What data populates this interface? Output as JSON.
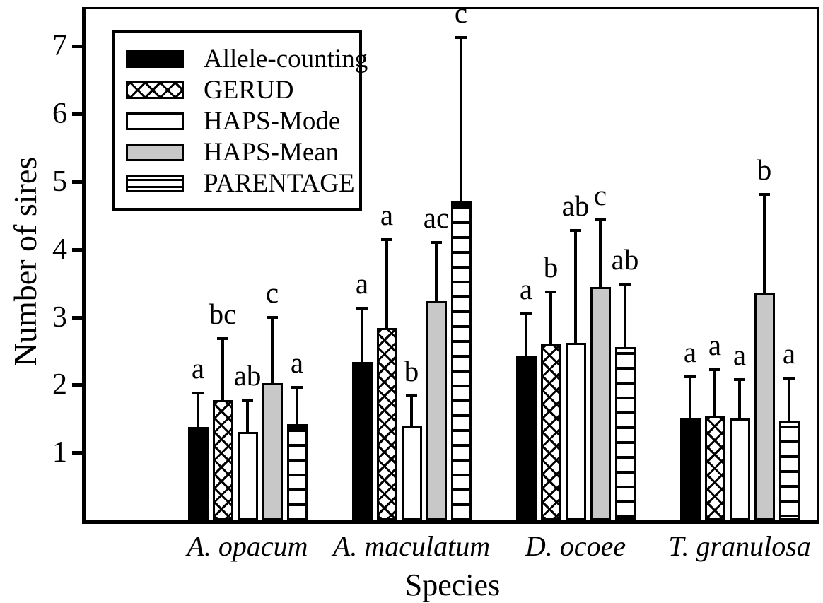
{
  "chart_data": {
    "type": "bar",
    "title": "",
    "xlabel": "Species",
    "ylabel": "Number of sires",
    "ylim": [
      0,
      7.55
    ],
    "yticks": [
      1,
      2,
      3,
      4,
      5,
      6,
      7
    ],
    "grid": false,
    "legend_position": "upper-left-inside",
    "error_bars": "upper-only",
    "categories": [
      "A. opacum",
      "A. maculatum",
      "D. ocoee",
      "T. granulosa"
    ],
    "series": [
      {
        "name": "Allele-counting",
        "fill": "solid-black",
        "values": [
          1.38,
          2.34,
          2.42,
          1.5
        ],
        "error_top": [
          1.9,
          3.15,
          3.07,
          2.14
        ],
        "sig_letters": [
          "a",
          "a",
          "a",
          "a"
        ]
      },
      {
        "name": "GERUD",
        "fill": "crosshatch",
        "values": [
          1.77,
          2.84,
          2.6,
          1.53
        ],
        "error_top": [
          2.7,
          4.17,
          3.39,
          2.24
        ],
        "sig_letters": [
          "bc",
          "a",
          "b",
          "a"
        ]
      },
      {
        "name": "HAPS-Mode",
        "fill": "white",
        "values": [
          1.31,
          1.4,
          2.62,
          1.5
        ],
        "error_top": [
          1.8,
          1.86,
          4.3,
          2.1
        ],
        "sig_letters": [
          "ab",
          "b",
          "ab",
          "a"
        ]
      },
      {
        "name": "HAPS-Mean",
        "fill": "gray",
        "values": [
          2.02,
          3.24,
          3.45,
          3.36
        ],
        "error_top": [
          3.02,
          4.12,
          4.46,
          4.83
        ],
        "sig_letters": [
          "c",
          "ac",
          "c",
          "b"
        ]
      },
      {
        "name": "PARENTAGE",
        "fill": "horizontal-lines",
        "values": [
          1.42,
          4.71,
          2.56,
          1.47
        ],
        "error_top": [
          1.98,
          7.15,
          3.51,
          2.12
        ],
        "sig_letters": [
          "a",
          "c",
          "ab",
          "a"
        ]
      }
    ],
    "colors": {
      "bar_black": "#000000",
      "bar_gray": "#c8c8c8",
      "bar_white": "#ffffff",
      "line": "#000000",
      "background": "#ffffff"
    }
  }
}
